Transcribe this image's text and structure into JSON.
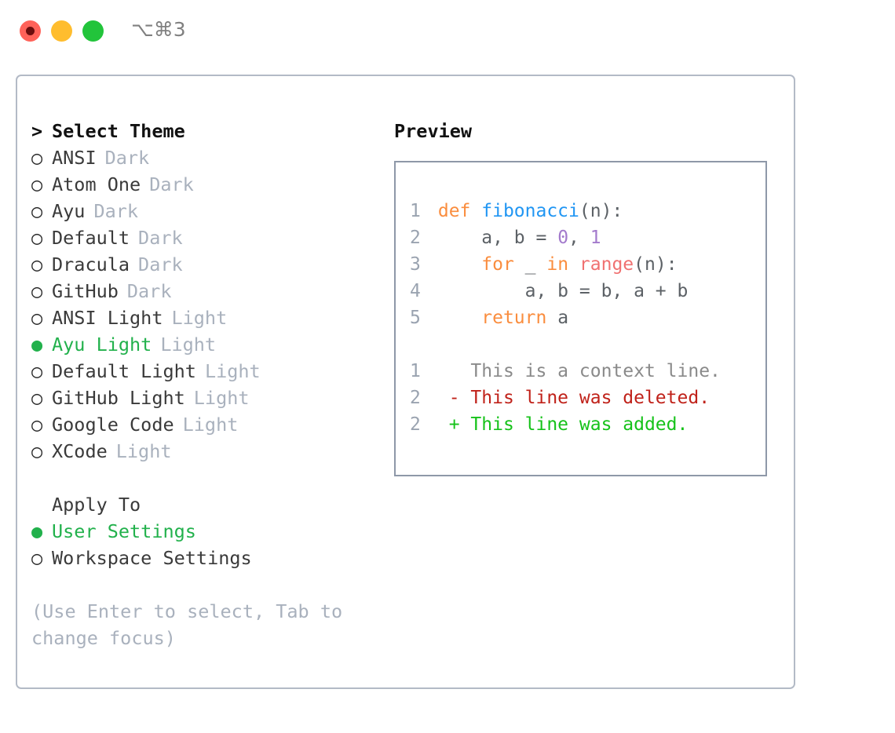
{
  "window": {
    "title_shortcut": "⌥⌘3",
    "traffic_lights": [
      "close-red",
      "minimize-amber",
      "maximize-green"
    ]
  },
  "theme_picker": {
    "header": "Select Theme",
    "header_prompt": ">",
    "marker_selected": "●",
    "marker_unselected": "○",
    "accent_color": "#22b14c",
    "items": [
      {
        "name": "ANSI",
        "variant": "Dark",
        "selected": false
      },
      {
        "name": "Atom One",
        "variant": "Dark",
        "selected": false
      },
      {
        "name": "Ayu",
        "variant": "Dark",
        "selected": false
      },
      {
        "name": "Default",
        "variant": "Dark",
        "selected": false
      },
      {
        "name": "Dracula",
        "variant": "Dark",
        "selected": false
      },
      {
        "name": "GitHub",
        "variant": "Dark",
        "selected": false
      },
      {
        "name": "ANSI Light",
        "variant": "Light",
        "selected": false
      },
      {
        "name": "Ayu Light",
        "variant": "Light",
        "selected": true
      },
      {
        "name": "Default Light",
        "variant": "Light",
        "selected": false
      },
      {
        "name": "GitHub Light",
        "variant": "Light",
        "selected": false
      },
      {
        "name": "Google Code",
        "variant": "Light",
        "selected": false
      },
      {
        "name": "XCode",
        "variant": "Light",
        "selected": false
      }
    ]
  },
  "apply_to": {
    "header": "Apply To",
    "items": [
      {
        "name": "User Settings",
        "selected": true
      },
      {
        "name": "Workspace Settings",
        "selected": false
      }
    ]
  },
  "hint": "(Use Enter to select, Tab to change focus)",
  "preview": {
    "title": "Preview",
    "code_lines": [
      {
        "no": "1",
        "tokens": [
          {
            "t": "def ",
            "c": "kw"
          },
          {
            "t": "fibonacci",
            "c": "fn"
          },
          {
            "t": "(n):",
            "c": "pl"
          }
        ]
      },
      {
        "no": "2",
        "tokens": [
          {
            "t": "    a, b = ",
            "c": "pl"
          },
          {
            "t": "0",
            "c": "num"
          },
          {
            "t": ", ",
            "c": "pl"
          },
          {
            "t": "1",
            "c": "num"
          }
        ]
      },
      {
        "no": "3",
        "tokens": [
          {
            "t": "    ",
            "c": "pl"
          },
          {
            "t": "for",
            "c": "kw"
          },
          {
            "t": " _ ",
            "c": "pl"
          },
          {
            "t": "in",
            "c": "kw"
          },
          {
            "t": " ",
            "c": "pl"
          },
          {
            "t": "range",
            "c": "bi"
          },
          {
            "t": "(n):",
            "c": "pl"
          }
        ]
      },
      {
        "no": "4",
        "tokens": [
          {
            "t": "        a, b = b, a + b",
            "c": "pl"
          }
        ]
      },
      {
        "no": "5",
        "tokens": [
          {
            "t": "    ",
            "c": "pl"
          },
          {
            "t": "return",
            "c": "kw"
          },
          {
            "t": " a",
            "c": "pl"
          }
        ]
      }
    ],
    "diff_lines": [
      {
        "no": "1",
        "sign": " ",
        "text": " This is a context line.",
        "kind": "ctx"
      },
      {
        "no": "2",
        "sign": "-",
        "text": " This line was deleted.",
        "kind": "del"
      },
      {
        "no": "2",
        "sign": "+",
        "text": " This line was added.",
        "kind": "add"
      }
    ]
  }
}
